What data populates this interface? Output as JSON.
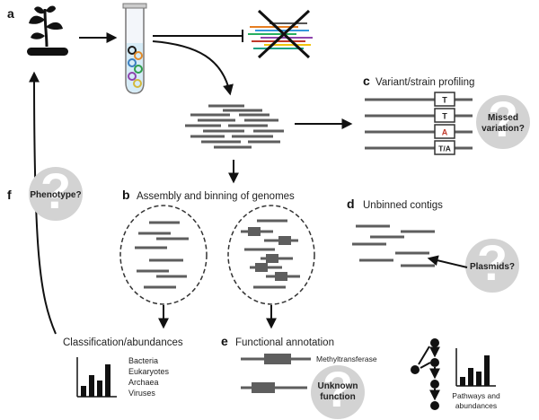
{
  "panels": {
    "a": {
      "letter": "a"
    },
    "b": {
      "letter": "b",
      "title": "Assembly and binning of genomes"
    },
    "c": {
      "letter": "c",
      "title": "Variant/strain profiling",
      "bases": [
        "T",
        "T",
        "A",
        "T/A"
      ],
      "bubble": [
        "Missed",
        "variation?"
      ]
    },
    "d": {
      "letter": "d",
      "title": "Unbinned contigs",
      "bubble": "Plasmids?"
    },
    "e": {
      "letter": "e",
      "title": "Functional annotation",
      "gene_label": "Methyltransferase",
      "bubble": [
        "Unknown",
        "function"
      ]
    },
    "f": {
      "letter": "f",
      "bubble": "Phenotype?"
    }
  },
  "classification": {
    "title": "Classification/abundances",
    "taxa": [
      "Bacteria",
      "Eukaryotes",
      "Archaea",
      "Viruses"
    ]
  },
  "pathways": {
    "label": [
      "Pathways and",
      "abundances"
    ]
  },
  "colors": {
    "read_gray": "#5e5e5e",
    "bubble_gray": "#d3d3d3",
    "variant_red": "#c0392b",
    "bead_colors": [
      "#1a1a1a",
      "#e08a2a",
      "#3a7ebf",
      "#2f9e4c",
      "#8e44ad",
      "#d4b83b"
    ],
    "strand_colors": [
      "#e67e22",
      "#3498db",
      "#27ae60",
      "#8e44ad",
      "#c0392b",
      "#f1c40f",
      "#16a085"
    ]
  }
}
